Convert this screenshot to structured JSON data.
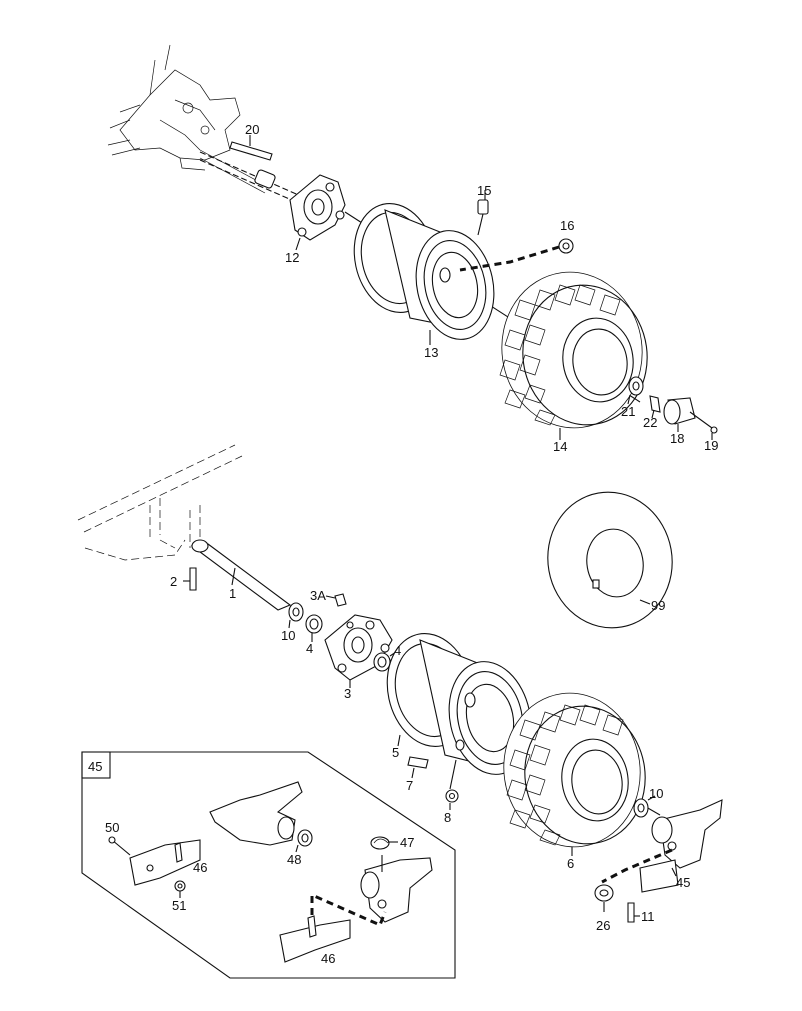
{
  "callouts": {
    "c20": "20",
    "c15": "15",
    "c16": "16",
    "c12": "12",
    "c13": "13",
    "c14": "14",
    "c21": "21",
    "c22": "22",
    "c18": "18",
    "c19": "19",
    "c2": "2",
    "c1": "1",
    "c3a": "3A",
    "c10a": "10",
    "c4a": "4",
    "c4b": "4",
    "c3": "3",
    "c99": "99",
    "c5": "5",
    "c7": "7",
    "c8": "8",
    "c10b": "10",
    "c6": "6",
    "c45": "45",
    "c26": "26",
    "c11": "11"
  },
  "inset": {
    "tag": "45",
    "callouts": {
      "c50": "50",
      "c46a": "46",
      "c51": "51",
      "c48": "48",
      "c47": "47",
      "c46b": "46"
    }
  }
}
